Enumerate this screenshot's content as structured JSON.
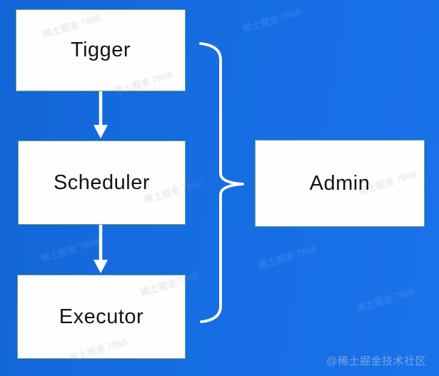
{
  "diagram": {
    "background_color": "#166DE2",
    "node_fill": "#FEFEFE",
    "node_border_color": "#74AA72",
    "node_text_color": "#141414",
    "connector_color": "#FFFFFF",
    "nodes": [
      {
        "id": "tigger",
        "label": "Tigger"
      },
      {
        "id": "scheduler",
        "label": "Scheduler"
      },
      {
        "id": "executor",
        "label": "Executor"
      },
      {
        "id": "admin",
        "label": "Admin"
      }
    ],
    "edges": [
      {
        "from": "Tigger",
        "to": "Scheduler",
        "type": "arrow"
      },
      {
        "from": "Scheduler",
        "to": "Executor",
        "type": "arrow"
      },
      {
        "from": "Tigger, Scheduler, Executor",
        "to": "Admin",
        "type": "brace"
      }
    ]
  },
  "watermark": {
    "diagonal_text": "稀土掘金 7868",
    "credit": "@稀土掘金技术社区"
  }
}
